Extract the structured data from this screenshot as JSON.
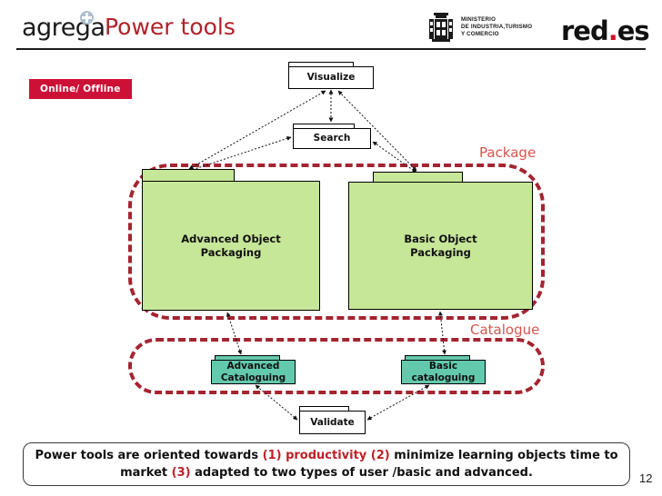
{
  "header": {
    "logo_text": "agrega",
    "logo_mark": "plus-circle-icon",
    "title": "Power tools",
    "ministry_name": "MINISTERIO\nDE INDUSTRIA,TURISMO\nY COMERCIO",
    "ministry_emblem": "spanish-coat-of-arms-icon",
    "brand_red": "red",
    "brand_dot": ".",
    "brand_es": "es"
  },
  "badge": {
    "label": "Online/ Offline",
    "color": "#cc1036"
  },
  "diagram": {
    "nodes": [
      {
        "id": "visualize",
        "label": "Visualize",
        "style": "white"
      },
      {
        "id": "search",
        "label": "Search",
        "style": "white"
      },
      {
        "id": "advanced_packaging",
        "label": "Advanced Object Packaging",
        "style": "green"
      },
      {
        "id": "basic_packaging",
        "label": "Basic Object Packaging",
        "style": "green"
      },
      {
        "id": "advanced_cataloguing",
        "label": "Advanced Cataloguing",
        "style": "teal"
      },
      {
        "id": "basic_cataloguing",
        "label": "Basic cataloguing",
        "style": "teal"
      },
      {
        "id": "validate",
        "label": "Validate",
        "style": "white"
      }
    ],
    "node_labels": {
      "visualize": "Visualize",
      "search": "Search",
      "advanced_packaging_line1": "Advanced Object",
      "advanced_packaging_line2": "Packaging",
      "basic_packaging_line1": "Basic Object",
      "basic_packaging_line2": "Packaging",
      "advanced_cataloguing_line1": "Advanced",
      "advanced_cataloguing_line2": "Cataloguing",
      "basic_cataloguing_line1": "Basic",
      "basic_cataloguing_line2": "cataloguing",
      "validate": "Validate"
    },
    "groups": [
      {
        "id": "package",
        "label": "Package"
      },
      {
        "id": "catalogue",
        "label": "Catalogue"
      }
    ],
    "group_labels": {
      "package": "Package",
      "catalogue": "Catalogue"
    },
    "colors": {
      "green_fill": "#c6e698",
      "teal_fill": "#63c9ad",
      "group_border": "#a42430",
      "group_label": "#d2564d"
    }
  },
  "caption": {
    "part1": "Power tools are oriented towards ",
    "accent1": "(1) productivity (2)",
    "part2": " minimize learning objects time to market  ",
    "accent2": "(3)",
    "part3": " adapted to two types of user /basic and advanced."
  },
  "footer": {
    "page_number": "12"
  }
}
